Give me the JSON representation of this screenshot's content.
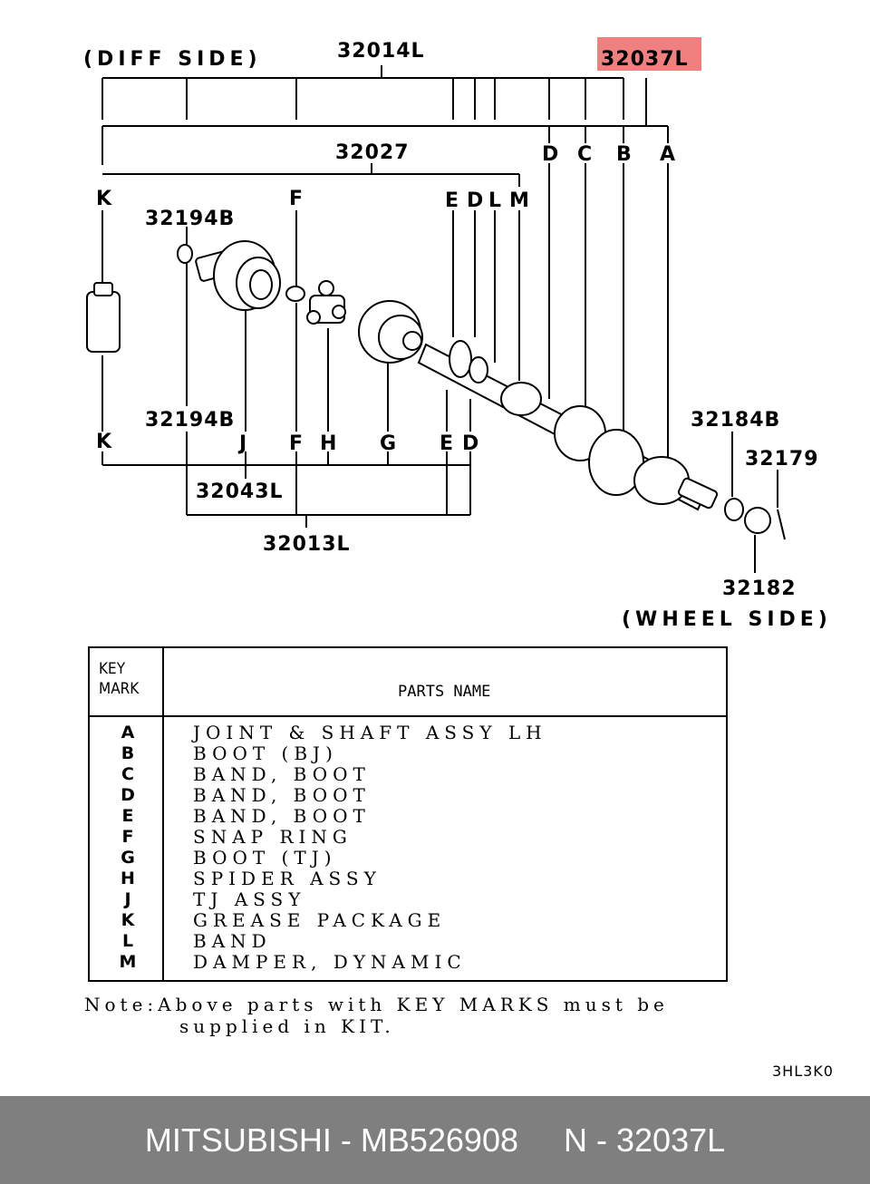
{
  "diagram": {
    "side_labels": {
      "diff": "(DIFF SIDE)",
      "wheel": "(WHEEL SIDE)"
    },
    "highlight_color": "#f08080",
    "part_numbers": {
      "p32014L": "32014L",
      "p32037L": "32037L",
      "p32027": "32027",
      "p32194B_top": "32194B",
      "p32194B_bot": "32194B",
      "p32043L": "32043L",
      "p32013L": "32013L",
      "p32184B": "32184B",
      "p32179": "32179",
      "p32182": "32182"
    },
    "key_letters": {
      "top": [
        "D",
        "C",
        "B",
        "A"
      ],
      "mid": [
        "K",
        "F",
        "E",
        "D",
        "L",
        "M"
      ],
      "bot": [
        "K",
        "J",
        "F",
        "H",
        "G",
        "E",
        "D"
      ]
    }
  },
  "table": {
    "header_key": [
      "KEY",
      "MARK"
    ],
    "header_name": "PARTS NAME",
    "rows": [
      {
        "key": "A",
        "name": "JOINT & SHAFT ASSY LH"
      },
      {
        "key": "B",
        "name": "BOOT (BJ)"
      },
      {
        "key": "C",
        "name": "BAND, BOOT"
      },
      {
        "key": "D",
        "name": "BAND, BOOT"
      },
      {
        "key": "E",
        "name": "BAND, BOOT"
      },
      {
        "key": "F",
        "name": "SNAP RING"
      },
      {
        "key": "G",
        "name": "BOOT (TJ)"
      },
      {
        "key": "H",
        "name": "SPIDER ASSY"
      },
      {
        "key": "J",
        "name": "TJ ASSY"
      },
      {
        "key": "K",
        "name": "GREASE PACKAGE"
      },
      {
        "key": "L",
        "name": "BAND"
      },
      {
        "key": "M",
        "name": "DAMPER, DYNAMIC"
      }
    ]
  },
  "note": {
    "line1": "Note:Above parts with KEY MARKS must be",
    "line2": "supplied in KIT."
  },
  "diagram_code": "3HL3K0",
  "footer": {
    "brand": "MITSUBISHI",
    "separator": " - ",
    "part_no": "MB526908",
    "ref": "N - 32037L"
  }
}
